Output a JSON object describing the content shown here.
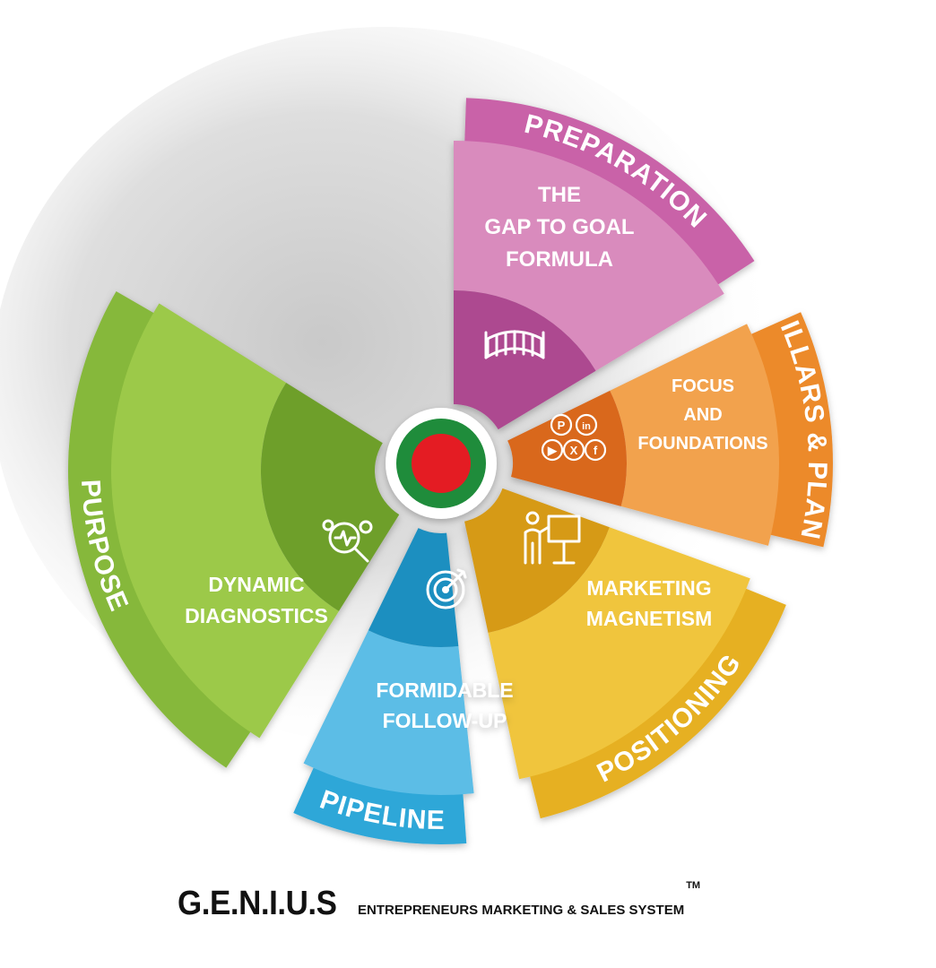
{
  "diagram": {
    "segments": [
      {
        "key": "preparation",
        "ring_label": "PREPARATION",
        "inner_lines": [
          "THE",
          "GAP TO GOAL",
          "FORMULA"
        ],
        "icon": "bridge-icon",
        "colors": {
          "light": "#d98bbd",
          "main": "#c962a8",
          "dark": "#ad4890"
        }
      },
      {
        "key": "pillars-plans",
        "ring_label": "PILLARS & PLANS",
        "inner_lines": [
          "FOCUS",
          "AND",
          "FOUNDATIONS"
        ],
        "icon": "social-media-icons",
        "colors": {
          "light": "#f2a24d",
          "main": "#ec8a2c",
          "dark": "#d9681d"
        }
      },
      {
        "key": "positioning",
        "ring_label": "POSITIONING",
        "inner_lines": [
          "MARKETING",
          "MAGNETISM"
        ],
        "icon": "presenter-board-icon",
        "colors": {
          "light": "#f0c53c",
          "main": "#e6b020",
          "dark": "#d69a12"
        }
      },
      {
        "key": "pipeline",
        "ring_label": "PIPELINE",
        "inner_lines": [
          "FORMIDABLE",
          "FOLLOW-UP"
        ],
        "icon": "target-icon",
        "colors": {
          "light": "#5bbde6",
          "main": "#2ea7d8",
          "dark": "#1c8fc0"
        }
      },
      {
        "key": "purpose",
        "ring_label": "PURPOSE",
        "inner_lines": [
          "DYNAMIC",
          "DIAGNOSTICS"
        ],
        "icon": "magnifier-gears-icon",
        "colors": {
          "light": "#9cc94a",
          "main": "#86b83a",
          "dark": "#6e9f2c"
        }
      }
    ],
    "center": {
      "outer_color": "#1f8c3b",
      "inner_color": "#e41c23",
      "rim_color": "#ffffff"
    }
  },
  "footer": {
    "brand": "G.E.N.I.U.S",
    "tagline": "ENTREPRENEURS MARKETING & SALES SYSTEM",
    "trademark": "TM"
  }
}
